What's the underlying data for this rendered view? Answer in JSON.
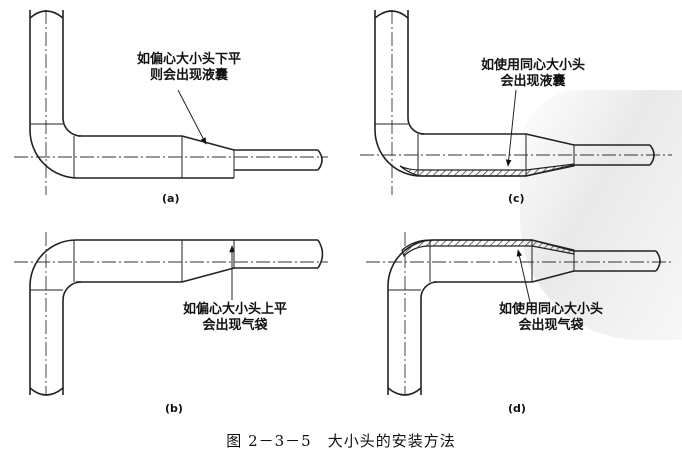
{
  "panels": [
    {
      "id": "a",
      "label": "(a)",
      "note_lines": [
        "如偏心大小头下平",
        "则会出现液囊"
      ]
    },
    {
      "id": "b",
      "label": "(b)",
      "note_lines": [
        "如偏心大小头上平",
        "会出现气袋"
      ]
    },
    {
      "id": "c",
      "label": "(c)",
      "note_lines": [
        "如使用同心大小头",
        "会出现液囊"
      ]
    },
    {
      "id": "d",
      "label": "(d)",
      "note_lines": [
        "如使用同心大小头",
        "会出现气袋"
      ]
    }
  ],
  "caption": "图 2－3－5　大小头的安装方法",
  "colors": {
    "line": "#222222",
    "hatch": "#333333",
    "background": "#ffffff"
  }
}
